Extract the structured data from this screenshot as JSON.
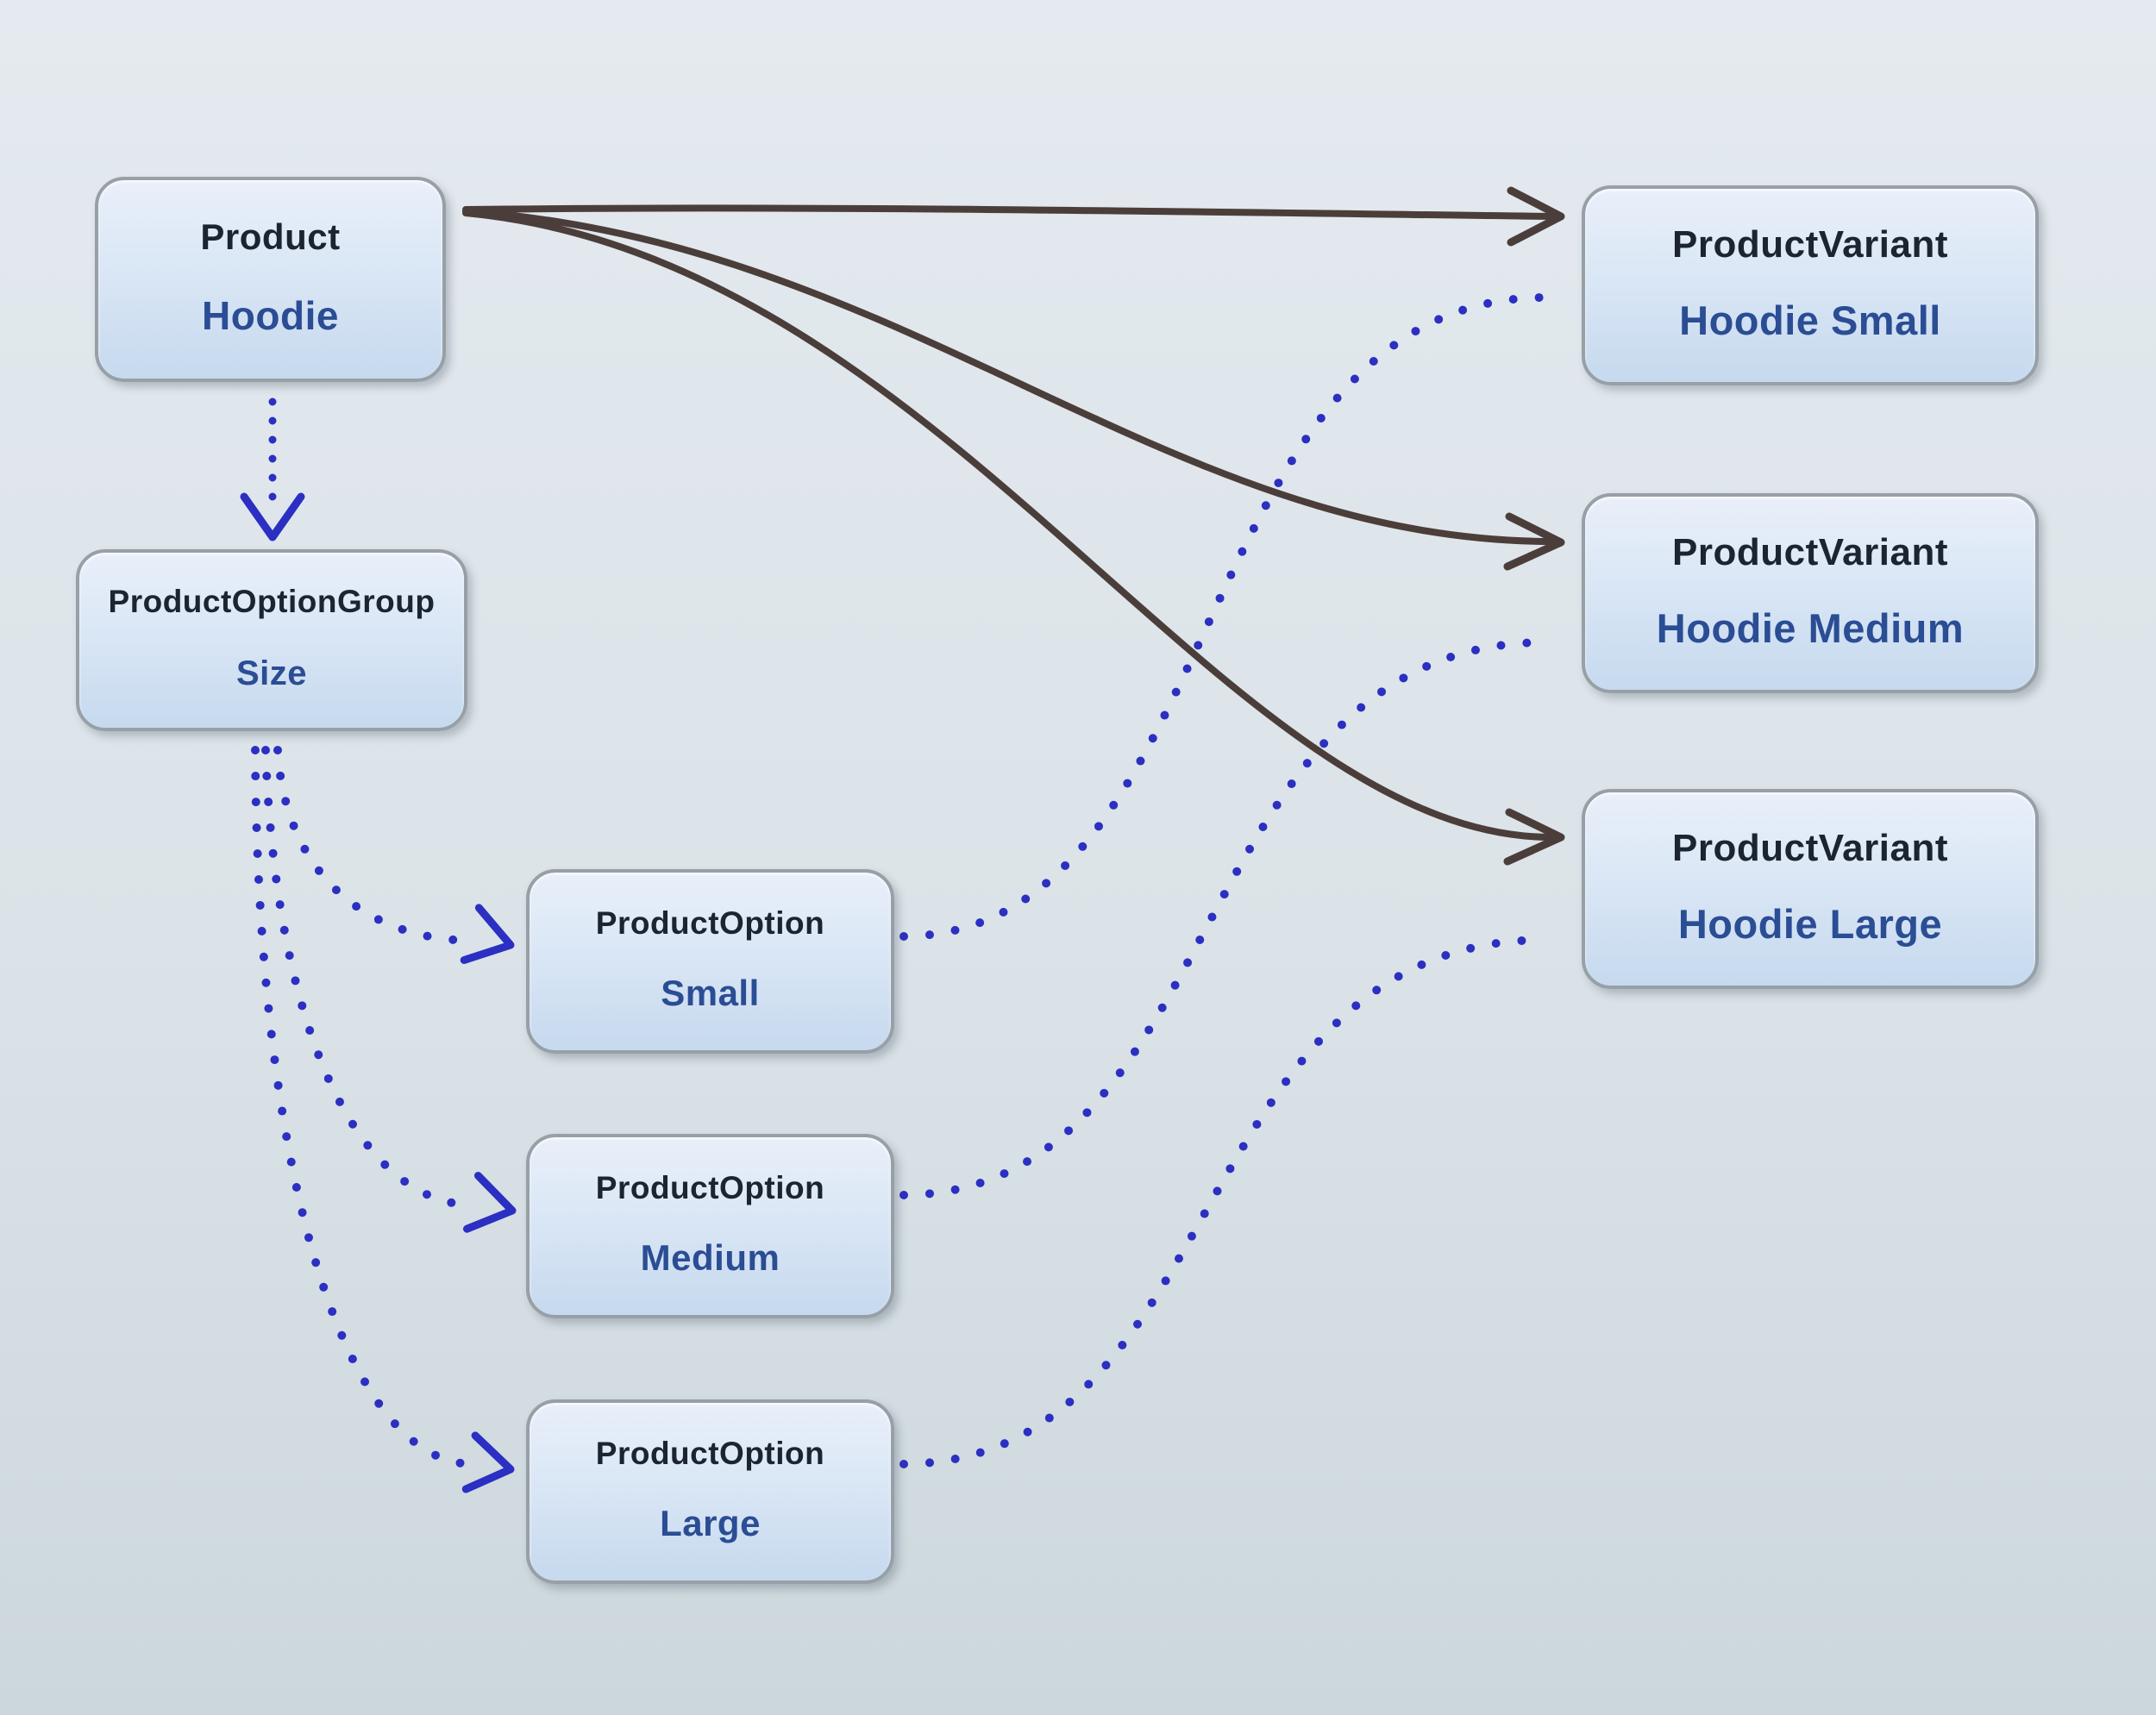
{
  "diagram": {
    "background": {
      "top": "#e4eaef",
      "mid": "#dbe3e8",
      "bottom": "#ccd7dc"
    },
    "node_style": {
      "border": "#97a0a7",
      "fill_top": "#e9effa",
      "fill_bottom": "#c6d9ee",
      "title_color": "#1b2430",
      "value_color": "#2a4d94"
    },
    "edge_style": {
      "solid_color": "#4b3e3a",
      "dotted_color": "#2b2fc2"
    },
    "nodes": {
      "product": {
        "title": "Product",
        "value": "Hoodie"
      },
      "option_group": {
        "title": "ProductOptionGroup",
        "value": "Size"
      },
      "option_small": {
        "title": "ProductOption",
        "value": "Small"
      },
      "option_medium": {
        "title": "ProductOption",
        "value": "Medium"
      },
      "option_large": {
        "title": "ProductOption",
        "value": "Large"
      },
      "variant_small": {
        "title": "ProductVariant",
        "value": "Hoodie Small"
      },
      "variant_medium": {
        "title": "ProductVariant",
        "value": "Hoodie Medium"
      },
      "variant_large": {
        "title": "ProductVariant",
        "value": "Hoodie Large"
      }
    },
    "edges": [
      {
        "from": "product",
        "to": "variant_small",
        "style": "solid"
      },
      {
        "from": "product",
        "to": "variant_medium",
        "style": "solid"
      },
      {
        "from": "product",
        "to": "variant_large",
        "style": "solid"
      },
      {
        "from": "product",
        "to": "option_group",
        "style": "dotted"
      },
      {
        "from": "option_group",
        "to": "option_small",
        "style": "dotted"
      },
      {
        "from": "option_group",
        "to": "option_medium",
        "style": "dotted"
      },
      {
        "from": "option_group",
        "to": "option_large",
        "style": "dotted"
      },
      {
        "from": "option_small",
        "to": "variant_small",
        "style": "dotted"
      },
      {
        "from": "option_medium",
        "to": "variant_medium",
        "style": "dotted"
      },
      {
        "from": "option_large",
        "to": "variant_large",
        "style": "dotted"
      }
    ]
  }
}
